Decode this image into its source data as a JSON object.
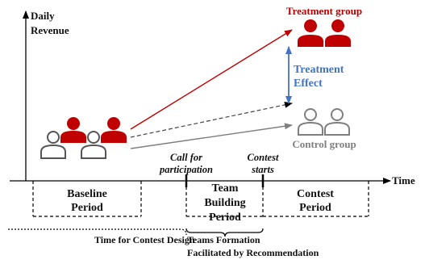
{
  "axis": {
    "y_label_line1": "Daily",
    "y_label_line2": "Revenue",
    "x_label": "Time"
  },
  "groups": {
    "treatment_label": "Treatment group",
    "control_label": "Control group",
    "effect_line1": "Treatment",
    "effect_line2": "Effect"
  },
  "events": {
    "call_line1": "Call for",
    "call_line2": "participation",
    "contest_line1": "Contest",
    "contest_line2": "starts"
  },
  "periods": {
    "baseline_line1": "Baseline",
    "baseline_line2": "Period",
    "team_line1": "Team",
    "team_line2": "Building",
    "team_line3": "Period",
    "contest_line1": "Contest",
    "contest_line2": "Period"
  },
  "brackets": {
    "design": "Time for Contest Design",
    "formation_line1": "Teams Formation",
    "formation_line2": "Facilitated by Recommendation"
  },
  "colors": {
    "treatment": "#c00000",
    "control": "#7f7f7f",
    "effect": "#4472c4",
    "axis": "#000000"
  },
  "icons": [
    "person-icon"
  ]
}
